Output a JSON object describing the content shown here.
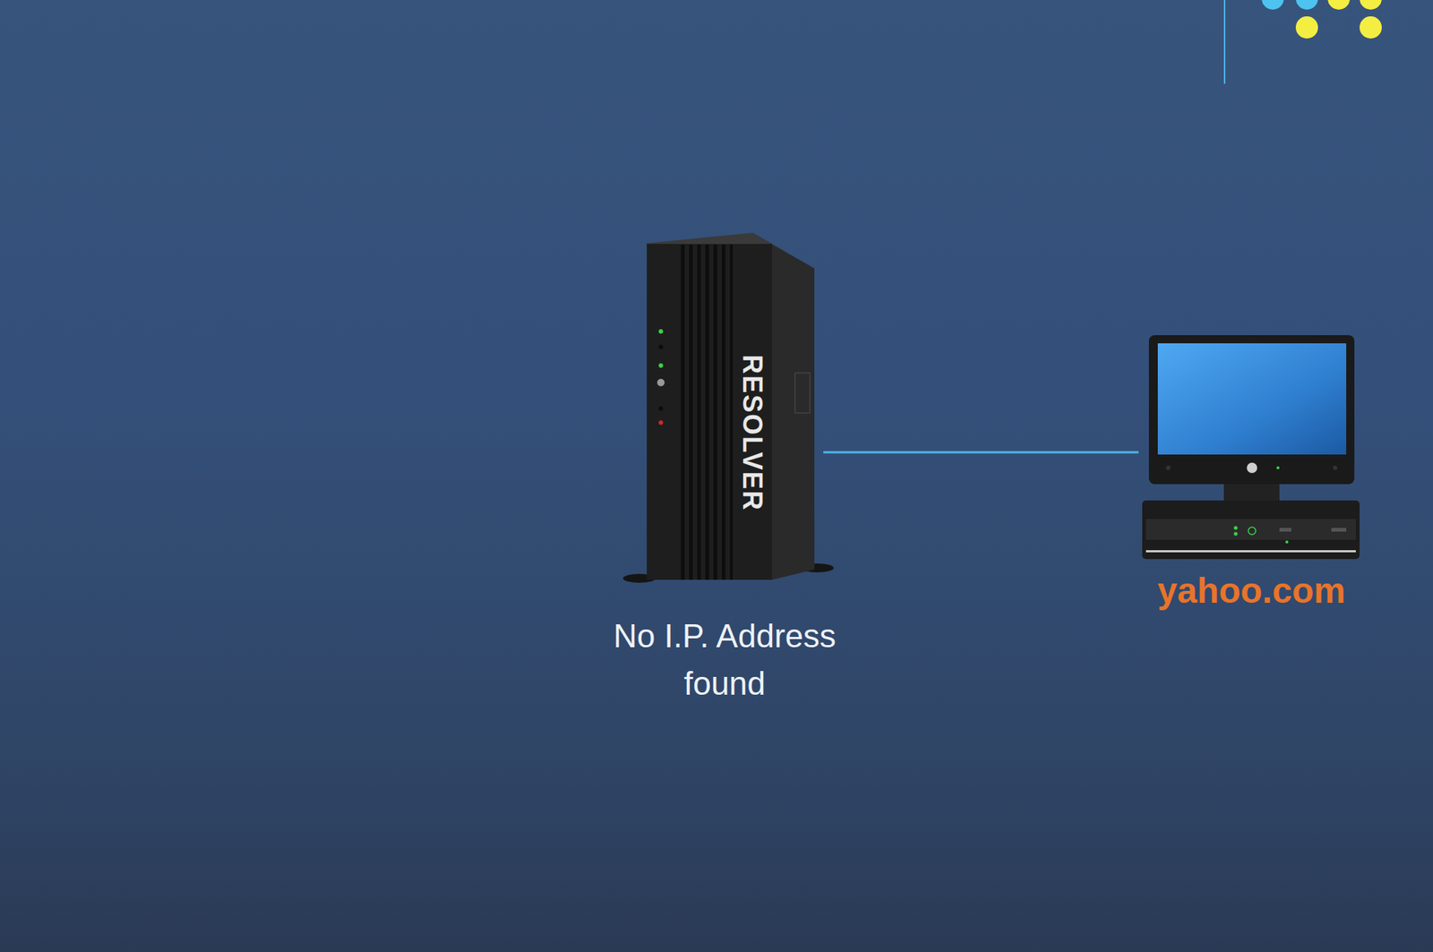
{
  "diagram": {
    "nodes": [
      {
        "text": [
          "RESOLVER",
          "No I.P. Address found"
        ]
      },
      {
        "text": [
          "yahoo.com"
        ]
      }
    ],
    "edges": [
      {
        "from": 0,
        "to": 1,
        "arrow": "none"
      }
    ]
  }
}
